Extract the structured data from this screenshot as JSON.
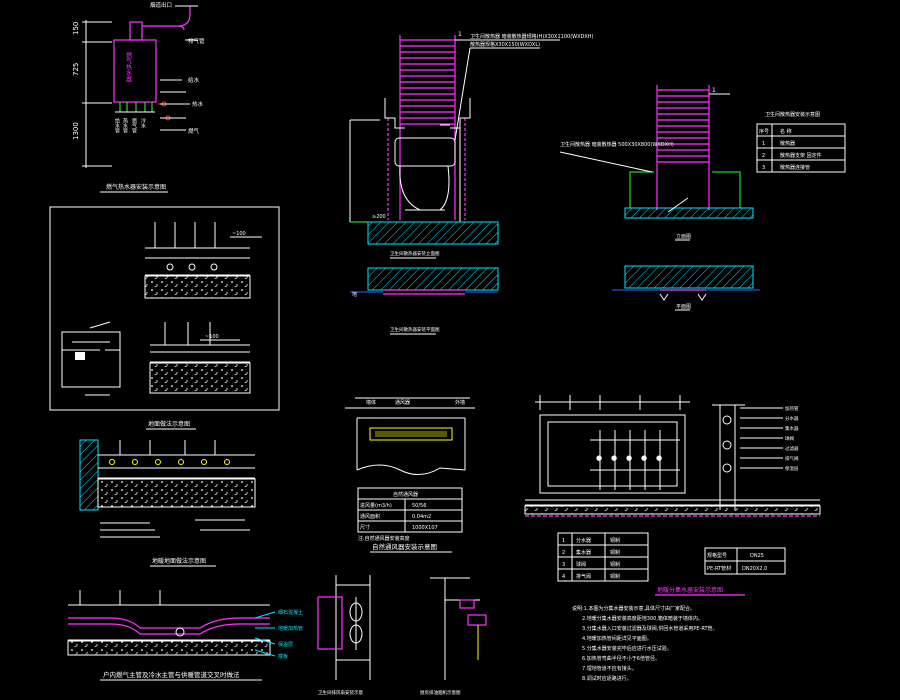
{
  "drawing": {
    "heater_detail": {
      "dims": [
        "150",
        "725",
        "1300"
      ],
      "heater_label": "燃气热水器",
      "callouts": [
        "烟道出口",
        "排气管",
        "给水",
        "热水",
        "燃气"
      ],
      "title": "燃气热水器安装示意图"
    },
    "floor_heating_panel": {
      "dims": [
        "~100",
        "~100"
      ]
    },
    "floor_section_middle": {
      "title": "地面做法示意图"
    },
    "floor_section_lower": {
      "title": "地暖地面做法示意图"
    },
    "pipe_title": {
      "title": "户内燃气主管及冷水主管与供暖管道交叉时做法"
    },
    "bath_elevation": {
      "spec1": "卫生间散热器 暗装散热器规格(H)X30X1100(WXDXH)",
      "spec2": "散热器规格X30X150(WXDXL)",
      "marker": "1",
      "plan_caption": "卫生间散热器安装平面图",
      "elev_caption": "卫生间散热器安装立面图"
    },
    "towel_rack": {
      "spec": "卫生间散热器 暗装散热器 500X30X800(WXDXH)",
      "marker": "1",
      "caption1": "立面图",
      "caption2": "平面图",
      "legend_title": "卫生间散热器安装示意图",
      "legend_rows": [
        [
          "序号",
          "名 称"
        ],
        [
          "1",
          "散热器"
        ],
        [
          "2",
          "散热器支架 固定件"
        ],
        [
          "3",
          "散热器连接管"
        ]
      ]
    },
    "vent": {
      "table_title": "自然通风器",
      "rows": [
        [
          "进风量(m3/h)",
          "50/56"
        ],
        [
          "通风面积",
          "0.04m2"
        ],
        [
          "尺寸",
          "1000X107"
        ]
      ],
      "note": "注:自然通风器安装高度",
      "title": "自然通风器安装示意图"
    },
    "fan": {
      "caption1": "卫生间排风扇安装示意",
      "caption2": "厨房排油烟机示意图"
    },
    "manifold": {
      "rows": [
        [
          "1",
          "分水器",
          "铜制"
        ],
        [
          "2",
          "集水器",
          "铜制"
        ],
        [
          "3",
          "球阀",
          "铜制"
        ],
        [
          "4",
          "排气阀",
          "铜制"
        ]
      ],
      "small_rows": [
        [
          "规格型号",
          "DN25"
        ],
        [
          "PE-RT管材",
          "DN20X2.0"
        ]
      ],
      "title": "地暖分集水器安装示意图",
      "notes": [
        "说明:1.本图为分集水器安装示意,具体尺寸由厂家配合。",
        "2.地暖分集水器安装高度距地300,箱体暗装于墙体内。",
        "3.分集水器入口安装过滤器及球阀,供回水管道采用PE-RT管。",
        "4.地暖加热管间距详见平面图。",
        "5.分集水器安装完毕后应进行水压试验。",
        "6.加热管弯曲半径不小于6倍管径。",
        "7.埋地管道不应有接头。",
        "8.调试时应逐路进行。"
      ]
    }
  }
}
